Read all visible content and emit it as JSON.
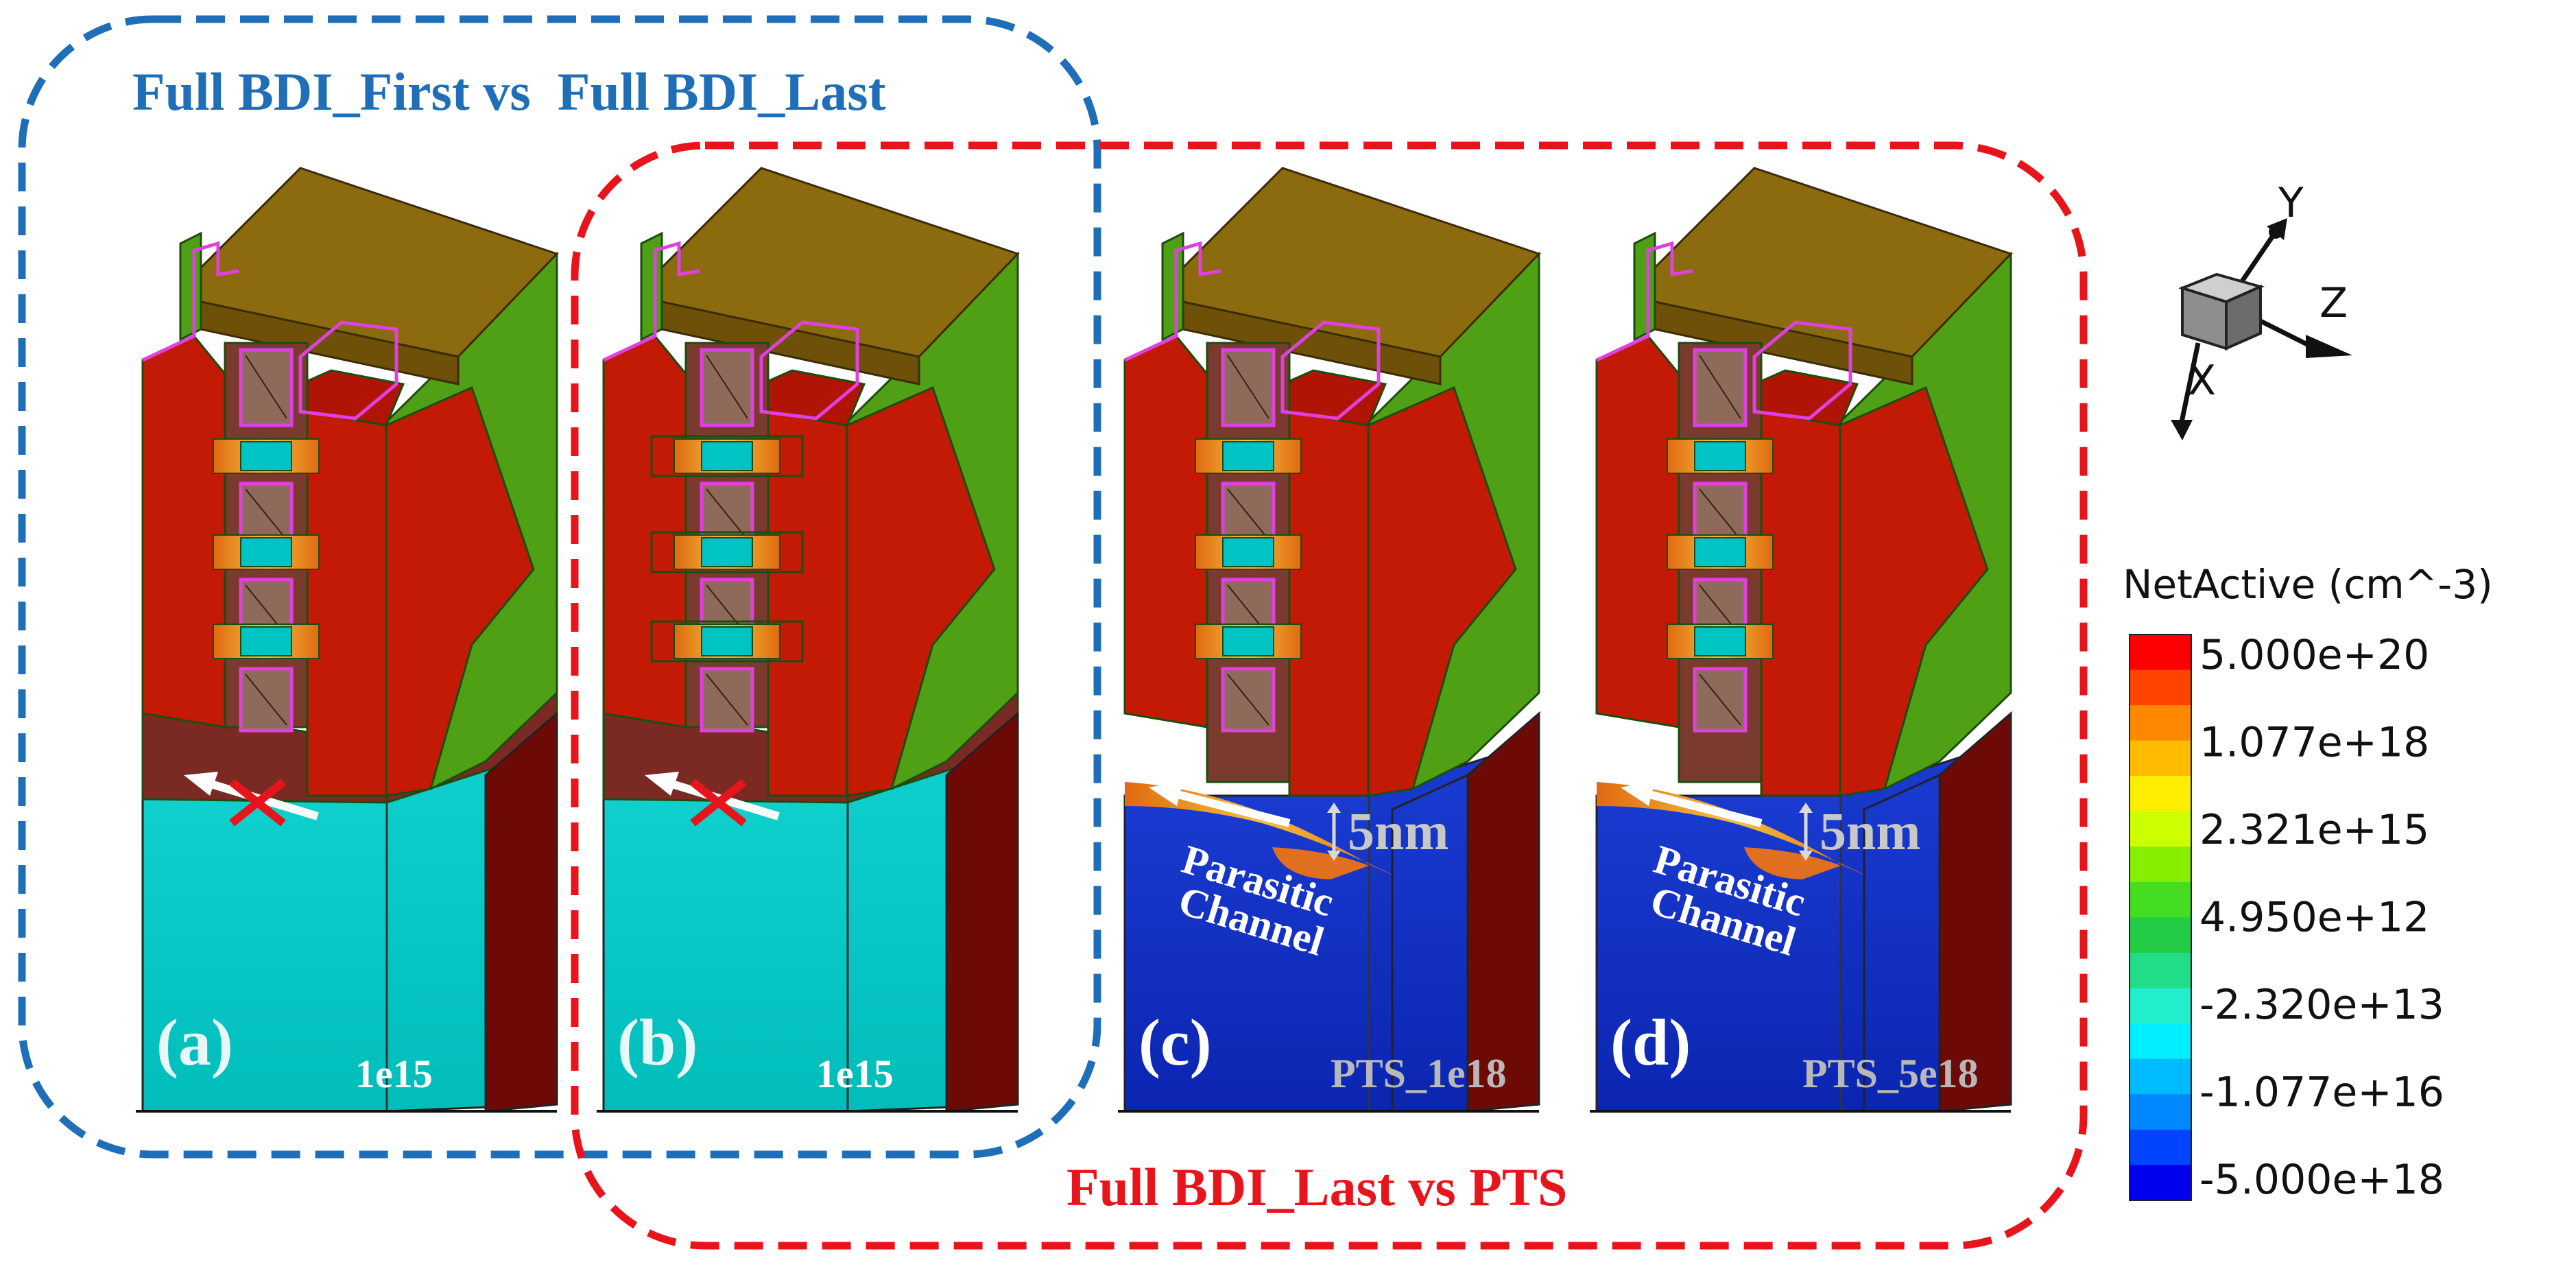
{
  "figure": {
    "group_blue_title": "Full BDI_First vs  Full BDI_Last",
    "group_red_title": "Full BDI_Last vs PTS",
    "colors": {
      "blue_group": "#1F6FB8",
      "red_group": "#E8141B",
      "gate_top": "#8C6A0E",
      "sd_red": "#C21A05",
      "sd_green": "#4FA015",
      "bdi_cyan": "#00C4C4",
      "sub_blue": "#0A2FC0",
      "dark_red": "#6E0A05",
      "bdi_brown": "#7A2A22",
      "magenta": "#E040E0"
    },
    "panels": [
      {
        "id": "a",
        "label": "(a)",
        "doping": "1e15",
        "variant": "bdi_first"
      },
      {
        "id": "b",
        "label": "(b)",
        "doping": "1e15",
        "variant": "bdi_last"
      },
      {
        "id": "c",
        "label": "(c)",
        "doping": "PTS_1e18",
        "variant": "pts",
        "channel": "Parasitic\nChannel",
        "dim": "5nm"
      },
      {
        "id": "d",
        "label": "(d)",
        "doping": "PTS_5e18",
        "variant": "pts",
        "channel": "Parasitic\nChannel",
        "dim": "5nm"
      }
    ],
    "parasitic_channel_line1": "Parasitic",
    "parasitic_channel_line2": "Channel",
    "dim_label": "5nm"
  },
  "axes_triad": {
    "x": "X",
    "y": "Y",
    "z": "Z"
  },
  "colorbar": {
    "title": "NetActive (cm^-3)",
    "tick_labels": [
      "5.000e+20",
      "1.077e+18",
      "2.321e+15",
      "4.950e+12",
      "-2.320e+13",
      "-1.077e+16",
      "-5.000e+18"
    ],
    "bands": [
      "#FF0000",
      "#FF4400",
      "#FF8800",
      "#FFBB00",
      "#FFEE00",
      "#CCFF00",
      "#88EE00",
      "#44DD22",
      "#22CC44",
      "#22DD88",
      "#22EECC",
      "#00EEFF",
      "#00BBFF",
      "#0088FF",
      "#0044FF",
      "#0000EE"
    ]
  }
}
